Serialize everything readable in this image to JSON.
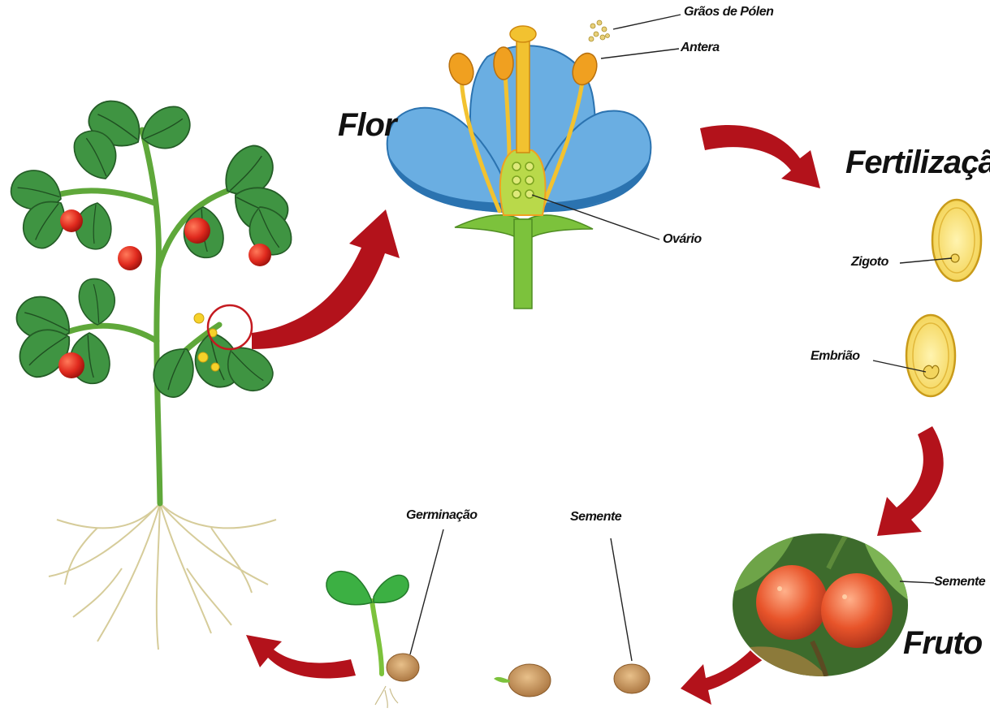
{
  "labels": {
    "flor": "Flor",
    "fertilizacao": "Fertilização",
    "fruto": "Fruto",
    "graos_de_polen": "Grãos de Pólen",
    "antera": "Antera",
    "ovario": "Ovário",
    "zigoto": "Zigoto",
    "embriao": "Embrião",
    "germinacao": "Germinação",
    "semente_seed": "Semente",
    "semente_fruit": "Semente"
  },
  "colors": {
    "arrow": "#b3121b",
    "petal": "#6aaee2",
    "petal_dark": "#2b73b0",
    "anther": "#f0a020",
    "filament": "#f2c230",
    "stem_green": "#7cc23c",
    "leaf_dark": "#2e7d32",
    "tomato": "#e02a1e",
    "seed_yellow": "#f6dd6a",
    "fruit_orange": "#e8542a",
    "root": "#d8cfa0"
  }
}
